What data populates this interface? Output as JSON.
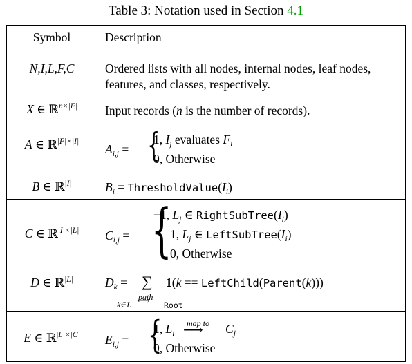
{
  "caption": {
    "prefix": "Table 3: Notation used in Section ",
    "ref": "4.1"
  },
  "header": {
    "symbol": "Symbol",
    "description": "Description"
  },
  "rows": [
    {
      "symbol": "N,I,L,F,C",
      "description_line1": "Ordered lists with all nodes, internal nodes, leaf nodes,",
      "description_line2": "features, and classes, respectively."
    },
    {
      "symbol_var": "X",
      "symbol_exp": "n×|F|",
      "description_prefix": "Input records (",
      "description_var": "n",
      "description_suffix": " is the number of records)."
    },
    {
      "symbol_var": "A",
      "symbol_exp": "|F|×|I|",
      "lhs": "A",
      "lhs_sub": "i,j",
      "case1_num": "1, ",
      "case1_var": "I",
      "case1_sub": "j",
      "case1_text": " evaluates ",
      "case1_var2": "F",
      "case1_sub2": "i",
      "case2": "0, Otherwise"
    },
    {
      "symbol_var": "B",
      "symbol_exp": "|I|",
      "lhs": "B",
      "lhs_sub": "i",
      "func": "ThresholdValue",
      "arg": "I",
      "arg_sub": "i"
    },
    {
      "symbol_var": "C",
      "symbol_exp": "|I|×|L|",
      "lhs": "C",
      "lhs_sub": "i,j",
      "case1_num": "−1, ",
      "case1_var": "L",
      "case1_sub": "j",
      "case1_func": "RightSubTree",
      "case2_num": "1, ",
      "case2_var": "L",
      "case2_sub": "j",
      "case2_func": "LeftSubTree",
      "arg": "I",
      "arg_sub": "i",
      "case3": "0, Otherwise"
    },
    {
      "symbol_var": "D",
      "symbol_exp": "|L|",
      "lhs": "D",
      "lhs_sub": "k",
      "sum": "∑",
      "indicator": "1",
      "var_k": "k",
      "func1": "LeftChild",
      "func2": "Parent",
      "under_left": "k∈L",
      "under_path": "path",
      "under_root": "Root"
    },
    {
      "symbol_var": "E",
      "symbol_exp": "|L|×|C|",
      "lhs": "E",
      "lhs_sub": "i,j",
      "case1_num": "1, ",
      "case1_var": "L",
      "case1_sub": "i",
      "map_label": "map to",
      "case1_var2": "C",
      "case1_sub2": "j",
      "case2": "0, Otherwise"
    }
  ]
}
